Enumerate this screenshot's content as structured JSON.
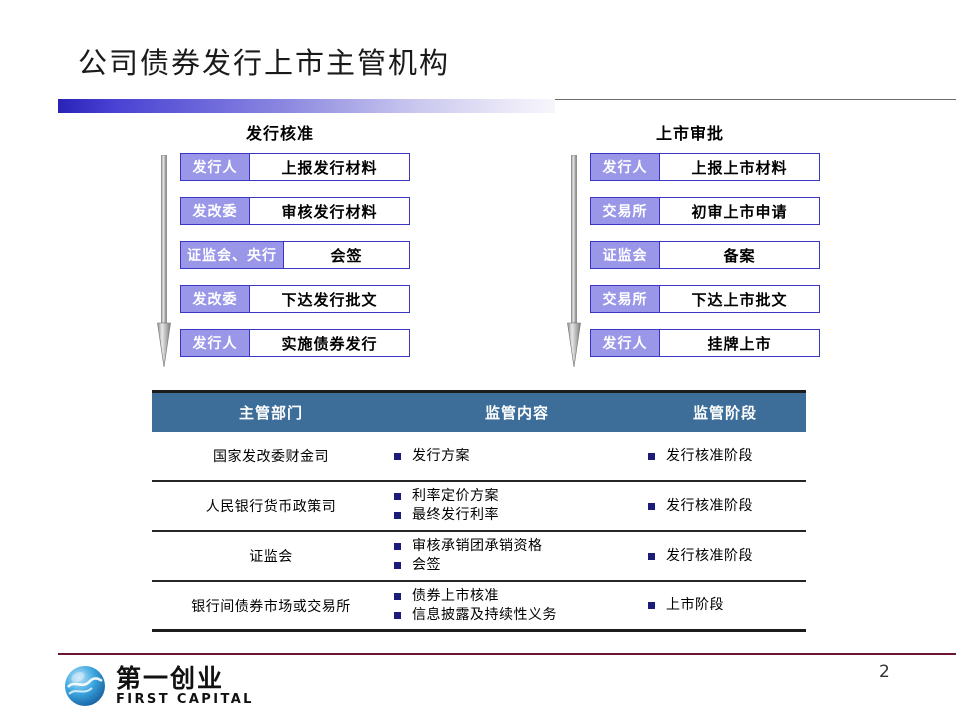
{
  "slide": {
    "title": "公司债券发行上市主管机构",
    "page_number": "2"
  },
  "flowcharts": [
    {
      "caption": "发行核准",
      "arrow_icon": "down-arrow-icon",
      "rows": [
        {
          "actor": "发行人",
          "action": "上报发行材料",
          "wide": false
        },
        {
          "actor": "发改委",
          "action": "审核发行材料",
          "wide": false
        },
        {
          "actor": "证监会、央行",
          "action": "会签",
          "wide": true
        },
        {
          "actor": "发改委",
          "action": "下达发行批文",
          "wide": false
        },
        {
          "actor": "发行人",
          "action": "实施债券发行",
          "wide": false
        }
      ]
    },
    {
      "caption": "上市审批",
      "arrow_icon": "down-arrow-icon",
      "rows": [
        {
          "actor": "发行人",
          "action": "上报上市材料",
          "wide": false
        },
        {
          "actor": "交易所",
          "action": "初审上市申请",
          "wide": false
        },
        {
          "actor": "证监会",
          "action": "备案",
          "wide": false
        },
        {
          "actor": "交易所",
          "action": "下达上市批文",
          "wide": false
        },
        {
          "actor": "发行人",
          "action": "挂牌上市",
          "wide": false
        }
      ]
    }
  ],
  "table": {
    "headers": [
      "主管部门",
      "监管内容",
      "监管阶段"
    ],
    "rows": [
      {
        "dept": "国家发改委财金司",
        "content": [
          "发行方案"
        ],
        "stage": [
          "发行核准阶段"
        ]
      },
      {
        "dept": "人民银行货币政策司",
        "content": [
          "利率定价方案",
          "最终发行利率"
        ],
        "stage": [
          "发行核准阶段"
        ]
      },
      {
        "dept": "证监会",
        "content": [
          "审核承销团承销资格",
          "会签"
        ],
        "stage": [
          "发行核准阶段"
        ]
      },
      {
        "dept": "银行间债券市场或交易所",
        "content": [
          "债券上市核准",
          "信息披露及持续性义务"
        ],
        "stage": [
          "上市阶段"
        ]
      }
    ]
  },
  "footer": {
    "logo_icon": "globe-logo-icon",
    "logo_cn": "第一创业",
    "logo_en": "FIRST CAPITAL"
  },
  "colors": {
    "title_bar_start": "#2a23b8",
    "actor_fill": "#9a97e8",
    "actor_border": "#3b34c4",
    "table_header_bg": "#3d6e99",
    "bullet": "#1b1b7a",
    "footer_rule": "#6b1530"
  }
}
